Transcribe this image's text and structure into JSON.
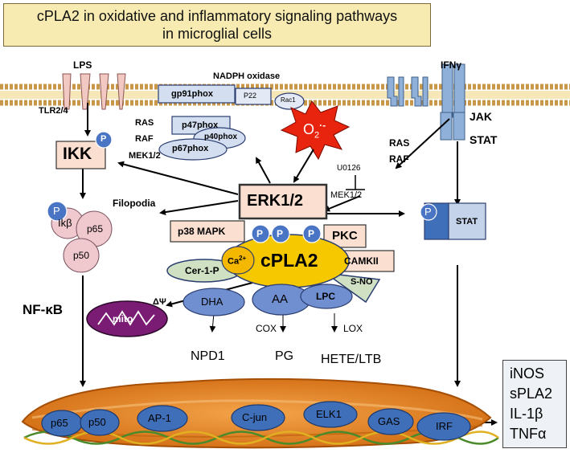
{
  "title": {
    "line1": "cPLA2 in oxidative and inflammatory signaling pathways",
    "line2": "in microglial cells"
  },
  "membrane": {
    "lps": "LPS",
    "tlr": "TLR2/4",
    "nadph_oxidase": "NADPH oxidase",
    "gp91phox": "gp91phox",
    "p22": "P22",
    "rac1": "Rac1",
    "ifn": "IFNγ",
    "jak": "JAK",
    "stat": "STAT"
  },
  "cytosol": {
    "p47phox": "p47phox",
    "p40phox": "p40phox",
    "p67phox": "p67phox",
    "o2": "O",
    "o2_sub": "2",
    "o2_sup": "·-",
    "ras_left": "RAS",
    "raf_left": "RAF",
    "mek_left": "MEK1/2",
    "ras_right": "RAS",
    "raf_right": "RAF",
    "u0126": "U0126",
    "mek_right": "MEK1/2",
    "ikk": "IKK",
    "ikb": "Ikβ",
    "p65": "p65",
    "p50": "p50",
    "nfkb": "NF-κB",
    "filopodia": "Filopodia",
    "erk": "ERK1/2",
    "p38": "p38 MAPK",
    "pkc": "PKC",
    "camkii": "CAMKII",
    "cpla2": "cPLA2",
    "cer": "Cer-1-P",
    "ca": "Ca",
    "ca_sup": "2+",
    "sno": "S-NO",
    "delta_psi": "ΔΨ",
    "mito": "mito",
    "dha": "DHA",
    "aa": "AA",
    "lpc": "LPC",
    "cox": "COX",
    "lox": "LOX",
    "npd1": "NPD1",
    "pg": "PG",
    "hete": "HETE/LTB",
    "stat_cyt": "STAT",
    "phospho": "P"
  },
  "nucleus": {
    "p65": "p65",
    "p50": "p50",
    "ap1": "AP-1",
    "cjun": "C-jun",
    "elk1": "ELK1",
    "gas": "GAS",
    "irf": "IRF"
  },
  "outputs": [
    "iNOS",
    "sPLA2",
    "IL-1β",
    "TNFα"
  ],
  "colors": {
    "title_bg": "#f7ebb2",
    "membrane_head": "#e8c060",
    "receptor_pink": "#f2c9c2",
    "receptor_blue": "#8fb0d8",
    "phospho_blue": "#4a74c4",
    "erk_box": "#fbe0d2",
    "cpla2": "#f5c800",
    "pathway_blue": "#6f8fd0",
    "nucleus_orange": "#e07818",
    "nucleus_blue": "#3f6fb8",
    "o2_red": "#e8230e",
    "mito_purple": "#7a1b74",
    "cer_green": "#cfe0c3"
  }
}
